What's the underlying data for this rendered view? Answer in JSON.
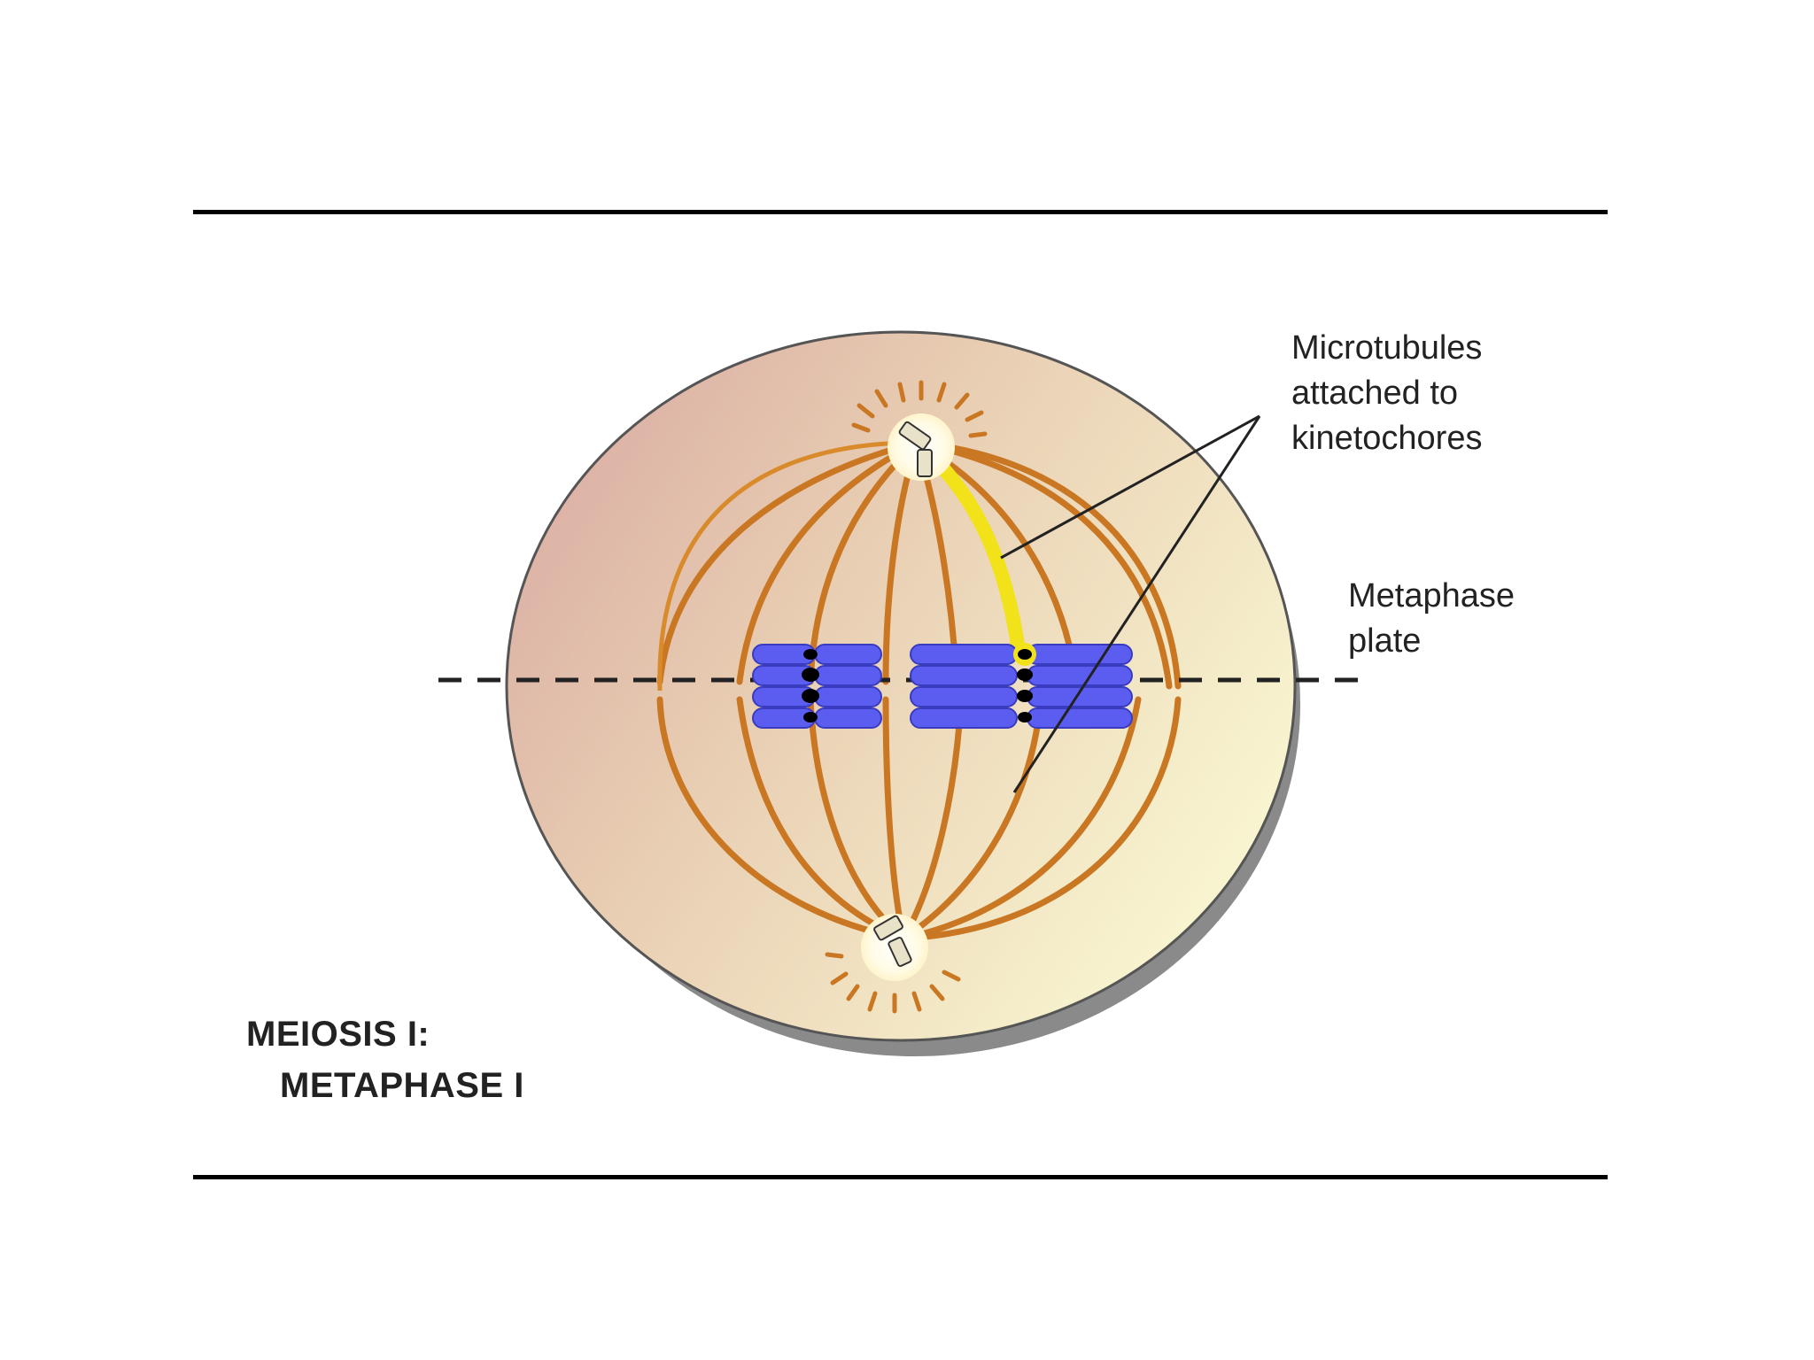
{
  "diagram": {
    "labels": {
      "microtubules": [
        "Microtubules",
        "attached to",
        "kinetochores"
      ],
      "metaphase_plate": [
        "Metaphase",
        "plate"
      ]
    },
    "caption": {
      "line1": "MEIOSIS I:",
      "line2": "METAPHASE I"
    }
  },
  "colors": {
    "cell_edge": "#555555",
    "cell_shadow": "#8a8a8a",
    "cell_fill_warm": "#d9a9a0",
    "cell_fill_light": "#f6f2c9",
    "spindle_fiber": "#cc7a22",
    "kinetochore_fiber": "#f2e21a",
    "chromosome": "#5a5df0",
    "centromere": "#000000"
  }
}
